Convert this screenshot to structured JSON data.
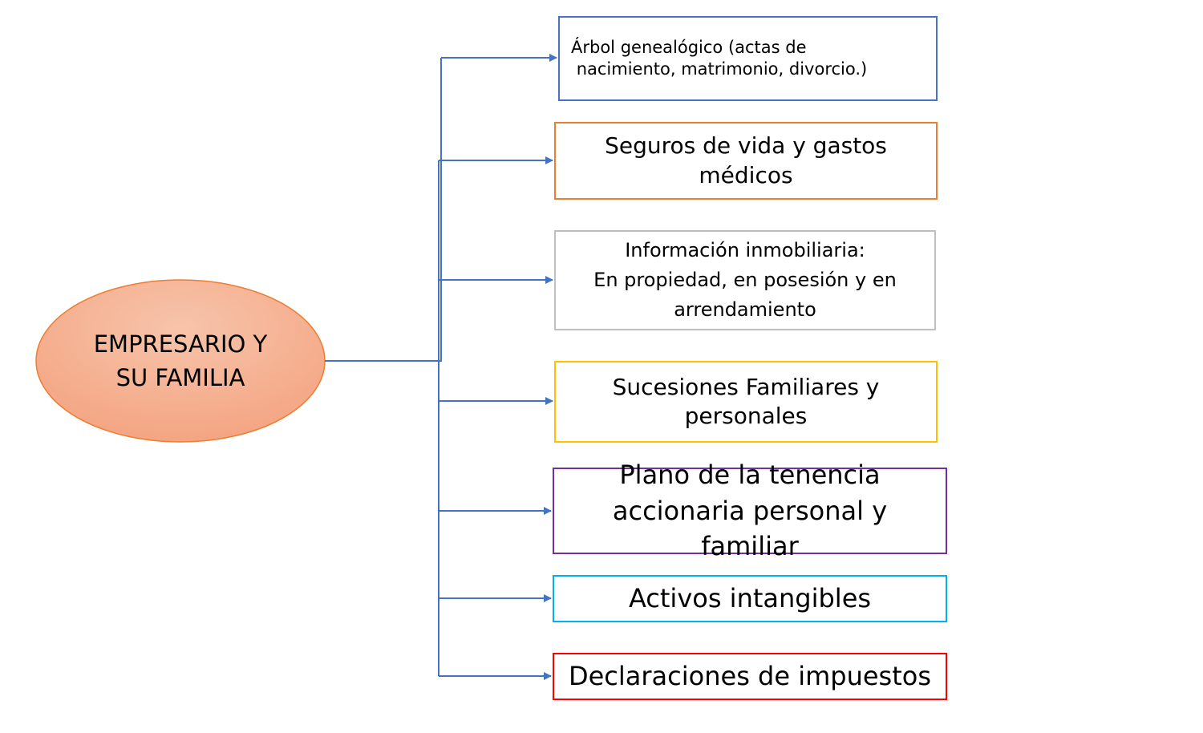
{
  "center": {
    "line1": "EMPRESARIO Y",
    "line2": "SU FAMILIA"
  },
  "items": [
    {
      "line1": "Árbol genealógico (actas de",
      "line2": "nacimiento, matrimonio, divorcio.)",
      "color": "#4472c4"
    },
    {
      "line1": "Seguros de vida y gastos",
      "line2": "médicos",
      "color": "#ed7d31"
    },
    {
      "line1": "Información inmobiliaria:",
      "line2": "En propiedad, en posesión y en",
      "line3": "arrendamiento",
      "color": "#bfbfbf"
    },
    {
      "line1": "Sucesiones Familiares y",
      "line2": "personales",
      "color": "#ffc000"
    },
    {
      "line1": "Plano de la tenencia",
      "line2": "accionaria personal y familiar",
      "color": "#7030a0"
    },
    {
      "line1": "Activos intangibles",
      "color": "#00b0f0"
    },
    {
      "line1": "Declaraciones de impuestos",
      "color": "#ff0000"
    }
  ],
  "connector_color": "#4472c4"
}
